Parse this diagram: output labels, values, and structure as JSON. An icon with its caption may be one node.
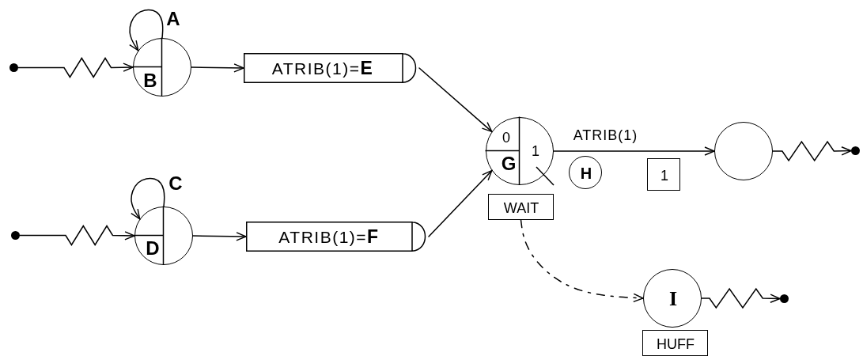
{
  "diagram": {
    "nodes": [
      {
        "text": [],
        "shape": "circle"
      },
      {
        "text": [
          "A",
          "B"
        ]
      },
      {
        "text": [
          "ATRIB(1)=**E**"
        ]
      },
      {
        "text": [
          "0",
          "1",
          "G"
        ]
      },
      {
        "text": [],
        "shape": "circle"
      },
      {
        "text": [],
        "shape": "circle"
      },
      {
        "text": [
          "H"
        ]
      },
      {
        "text": [
          "1"
        ]
      },
      {
        "text": [
          "WAIT"
        ]
      },
      {
        "text": [],
        "shape": "circle"
      },
      {
        "text": [
          "C",
          "D"
        ]
      },
      {
        "text": [
          "ATRIB(1)=**F**"
        ]
      },
      {
        "text": [
          "I"
        ]
      },
      {
        "text": [
          "HUFF"
        ]
      },
      {
        "text": [],
        "shape": "circle"
      }
    ],
    "edges": [
      {
        "from": 0,
        "to": 1,
        "arrow": "to"
      },
      {
        "from": 1,
        "to": 1,
        "arrow": "to"
      },
      {
        "from": 1,
        "to": 2,
        "arrow": "to"
      },
      {
        "from": 2,
        "to": 3,
        "arrow": "to"
      },
      {
        "from": 9,
        "to": 10,
        "arrow": "to"
      },
      {
        "from": 10,
        "to": 10,
        "arrow": "to"
      },
      {
        "from": 10,
        "to": 11,
        "arrow": "to"
      },
      {
        "from": 11,
        "to": 3,
        "arrow": "to"
      },
      {
        "from": 3,
        "to": 4,
        "arrow": "to",
        "label": "ATRIB(1)"
      },
      {
        "from": 4,
        "to": 5,
        "arrow": "to"
      },
      {
        "from": 8,
        "to": 12,
        "arrow": "to",
        "style": "dashed"
      },
      {
        "from": 12,
        "to": 14,
        "arrow": "to"
      }
    ]
  }
}
